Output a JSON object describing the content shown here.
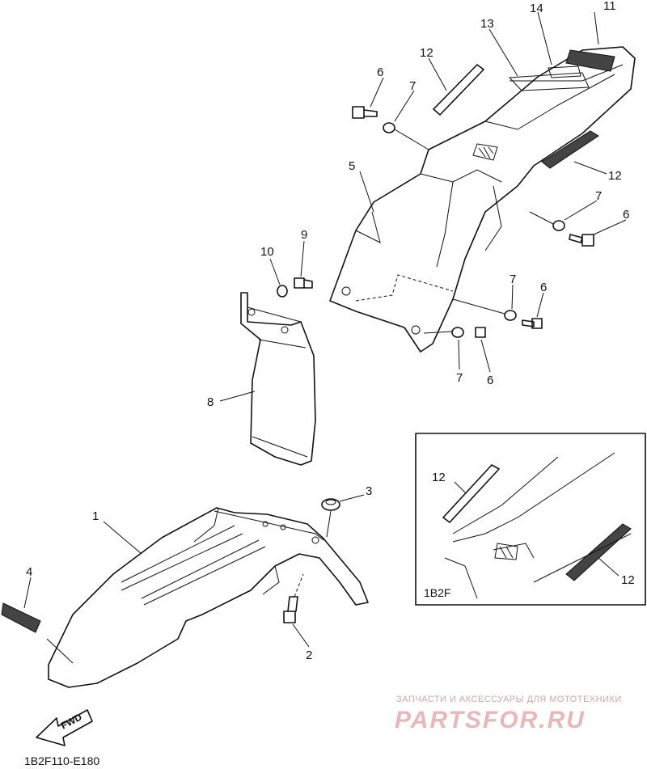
{
  "diagram_code": "1B2F110-E180",
  "inset_label": "1B2F",
  "fwd_label": "FWD",
  "callouts": {
    "c1": "1",
    "c2": "2",
    "c3": "3",
    "c4": "4",
    "c5": "5",
    "c6a": "6",
    "c6b": "6",
    "c6c": "6",
    "c6d": "6",
    "c7a": "7",
    "c7b": "7",
    "c7c": "7",
    "c7d": "7",
    "c8": "8",
    "c9": "9",
    "c10": "10",
    "c11": "11",
    "c12a": "12",
    "c12b": "12",
    "c12c": "12",
    "c12d": "12",
    "c13": "13",
    "c14": "14"
  },
  "watermark": {
    "tagline": "ЗАПЧАСТИ И АКСЕССУАРЫ ДЛЯ МОТОТЕХНИКИ",
    "brand": "PARTSFOR.RU"
  }
}
